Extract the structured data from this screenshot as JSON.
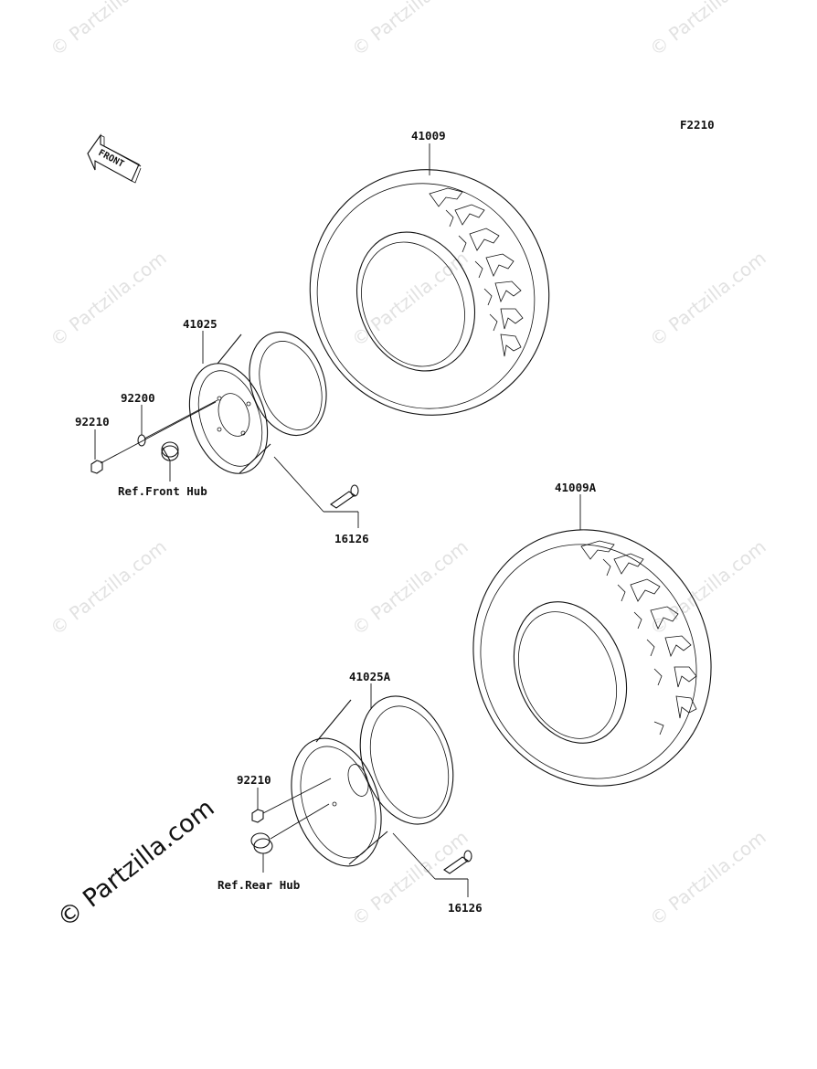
{
  "watermark": {
    "small": "© Partzilla.com",
    "large": "© Partzilla.com"
  },
  "diagram_code": "F2210",
  "front_arrow_label": "FRONT",
  "parts": {
    "front_tire": "41009",
    "rear_tire": "41009A",
    "front_wheel": "41025",
    "rear_wheel": "41025A",
    "front_washer": "92200",
    "front_nut": "92210",
    "rear_nut": "92210",
    "front_valve": "16126",
    "rear_valve": "16126"
  },
  "refs": {
    "front_hub": "Ref.Front Hub",
    "rear_hub": "Ref.Rear Hub"
  },
  "colors": {
    "line": "#111111",
    "watermark": "#e2e2e2",
    "background": "#ffffff"
  }
}
